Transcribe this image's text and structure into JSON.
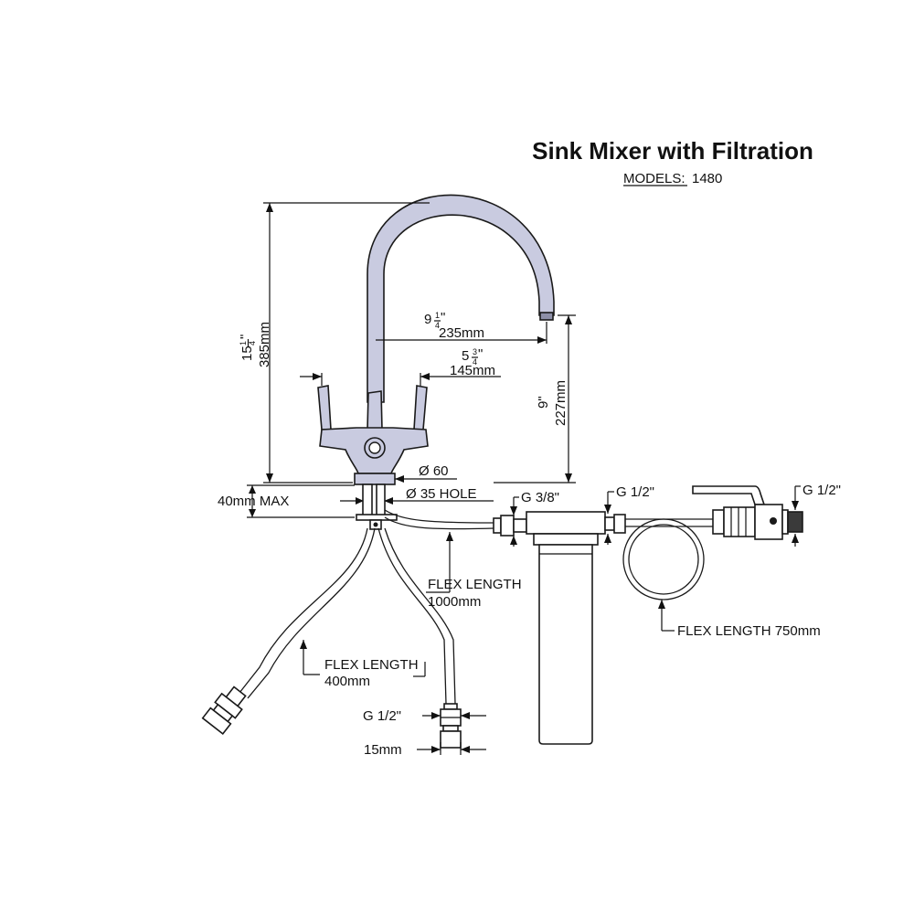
{
  "title": "Sink Mixer with Filtration",
  "models_label": "MODELS:",
  "models_value": "1480",
  "dimensions": {
    "height_in_whole": "15",
    "height_in_num": "1",
    "height_in_den": "4",
    "height_in_unit": "\"",
    "height_mm": "385mm",
    "reach_in_whole": "9",
    "reach_in_num": "1",
    "reach_in_den": "4",
    "reach_in_unit": "\"",
    "reach_mm": "235mm",
    "lever_in_whole": "5",
    "lever_in_num": "3",
    "lever_in_den": "4",
    "lever_in_unit": "\"",
    "lever_mm": "145mm",
    "spout_height_in": "9\"",
    "spout_height_mm": "227mm",
    "base_diameter": "Ø 60",
    "deck_thickness": "40mm MAX",
    "hole_diameter": "Ø 35 HOLE"
  },
  "connections": {
    "filter_inlet": "G 3/8\"",
    "filter_outlet": "G 1/2\"",
    "valve_outlet": "G 1/2\"",
    "tail_thread": "G 1/2\"",
    "tail_size": "15mm"
  },
  "flex": {
    "main_label": "FLEX LENGTH",
    "main_value": "1000mm",
    "short_label": "FLEX LENGTH",
    "short_value": "400mm",
    "coil_label": "FLEX LENGTH 750mm"
  },
  "colors": {
    "body": "#c9cbe0",
    "line": "#1a1a1a"
  }
}
